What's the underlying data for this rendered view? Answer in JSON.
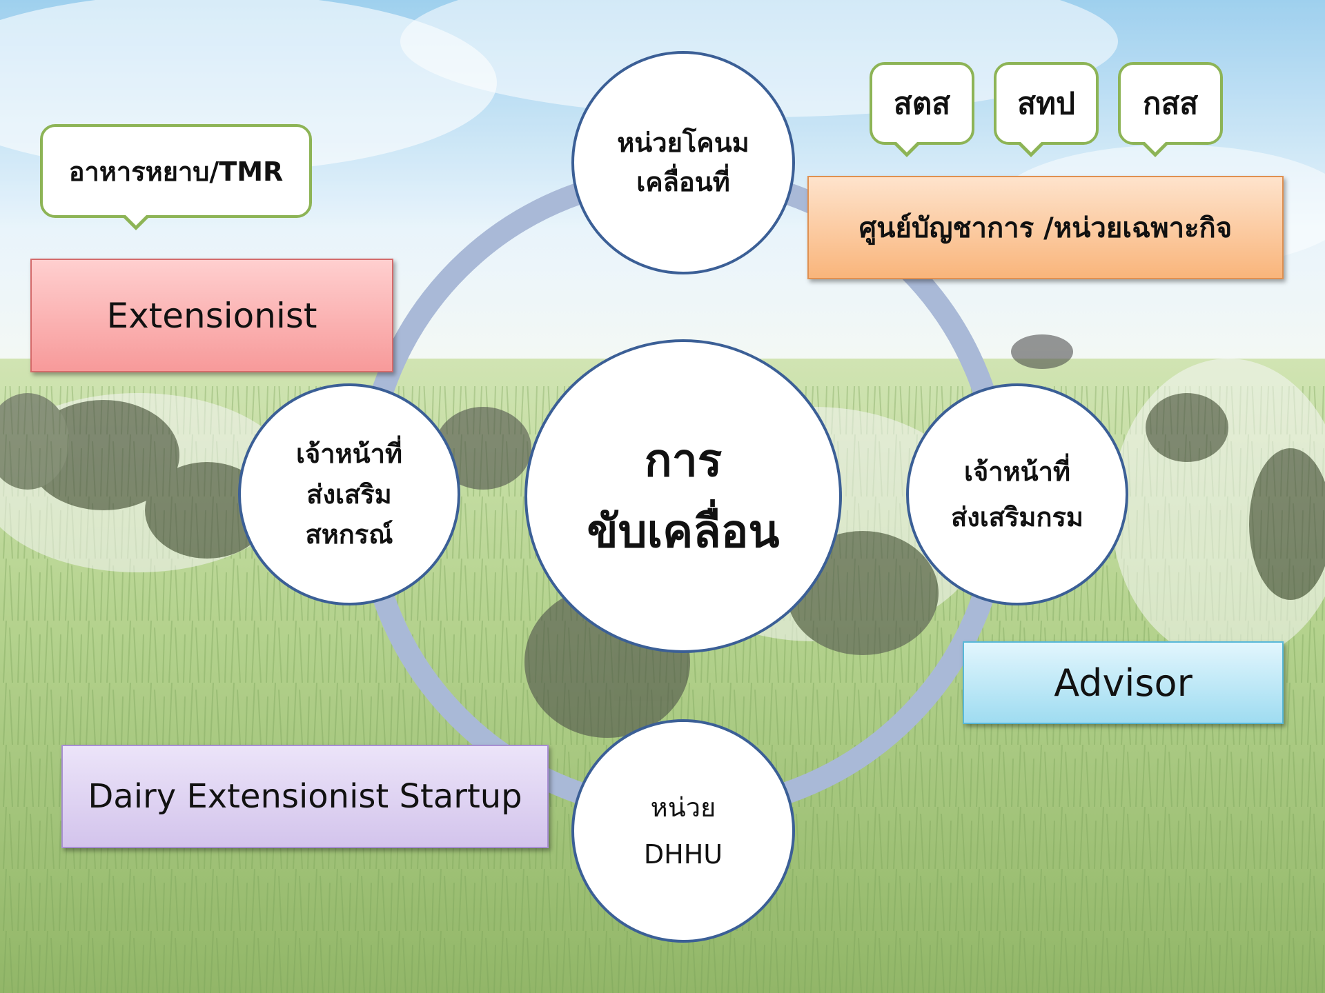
{
  "center": {
    "label": "การ\nขับเคลื่อน"
  },
  "nodes": {
    "top": "หน่วยโคนม\nเคลื่อนที่",
    "left": "เจ้าหน้าที่\nส่งเสริม\nสหกรณ์",
    "right": "เจ้าหน้าที่\nส่งเสริมกรม",
    "bottom": "หน่วย\nDHHU"
  },
  "labels": {
    "extensionist": "Extensionist",
    "advisor": "Advisor",
    "startup": "Dairy Extensionist Startup",
    "command_center": "ศูนย์บัญชาการ /หน่วยเฉพาะกิจ"
  },
  "callouts": {
    "feed": "อาหารหยาบ/TMR",
    "c1": "สตส",
    "c2": "สทป",
    "c3": "กสส"
  },
  "colors": {
    "ring": "#a9b9d7",
    "circle_border": "#3b5f96",
    "callout_border": "#8db456",
    "extensionist_fill": "#f79a9a",
    "command_fill": "#f9b57b",
    "advisor_fill": "#9fdcf1",
    "startup_fill": "#d3c4ec"
  }
}
